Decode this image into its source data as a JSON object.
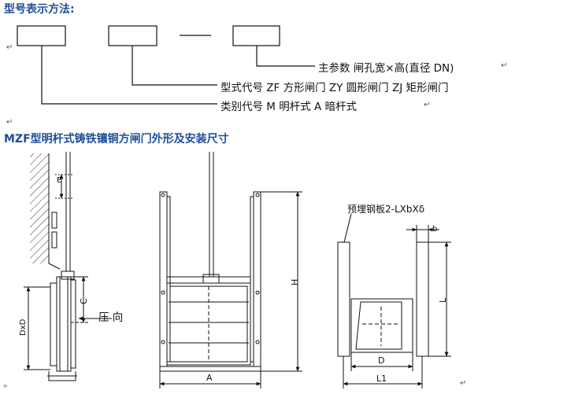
{
  "model": {
    "heading": "型号表示方法:",
    "row1": "主参数   闸孔宽×高(直径 DN)",
    "row2": "型式代号  ZF 方形闸门    ZY 圆形闸门    ZJ 矩形闸门",
    "row3": "类别代号   M 明杆式    A 暗杆式"
  },
  "section": {
    "heading": "MZF型明杆式铸铁镶铜方闸门外形及安装尺寸"
  },
  "side_view": {
    "label_E": "E",
    "label_C": "C",
    "label_DxD": "DxD",
    "pressure": "压 向"
  },
  "front_view": {
    "label_H": "H",
    "label_A": "A"
  },
  "plan_view": {
    "embedded_plate": "预埋钢板2-LXbXδ",
    "label_b": "b",
    "label_L": "L",
    "label_D": "D",
    "label_L1": "L1"
  },
  "marks": {
    "para": "↵",
    "anchor": "⌖"
  }
}
